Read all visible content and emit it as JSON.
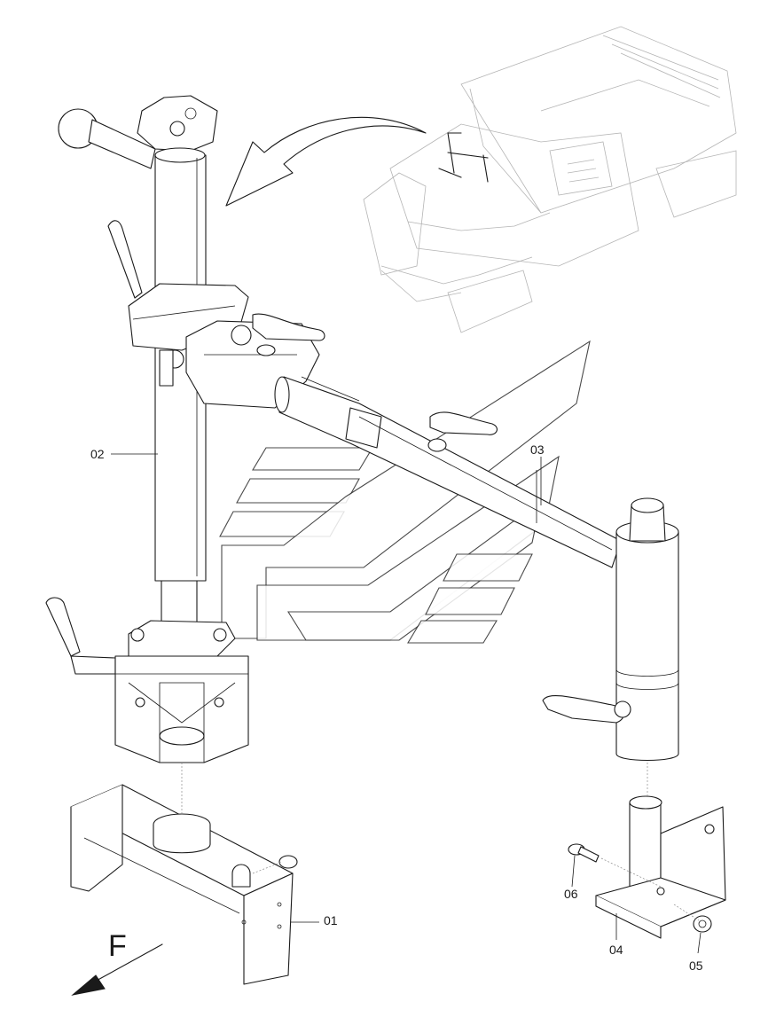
{
  "callouts": {
    "c01": "01",
    "c02": "02",
    "c03": "03",
    "c04": "04",
    "c05": "05",
    "c06": "06"
  },
  "direction": {
    "label": "F"
  },
  "colors": {
    "ink": "#1a1a1a",
    "ghost": "#b5b5b5"
  },
  "icons": {
    "direction_arrow": "arrow-down-left-icon",
    "reference_arrow": "curved-arrow-icon"
  }
}
